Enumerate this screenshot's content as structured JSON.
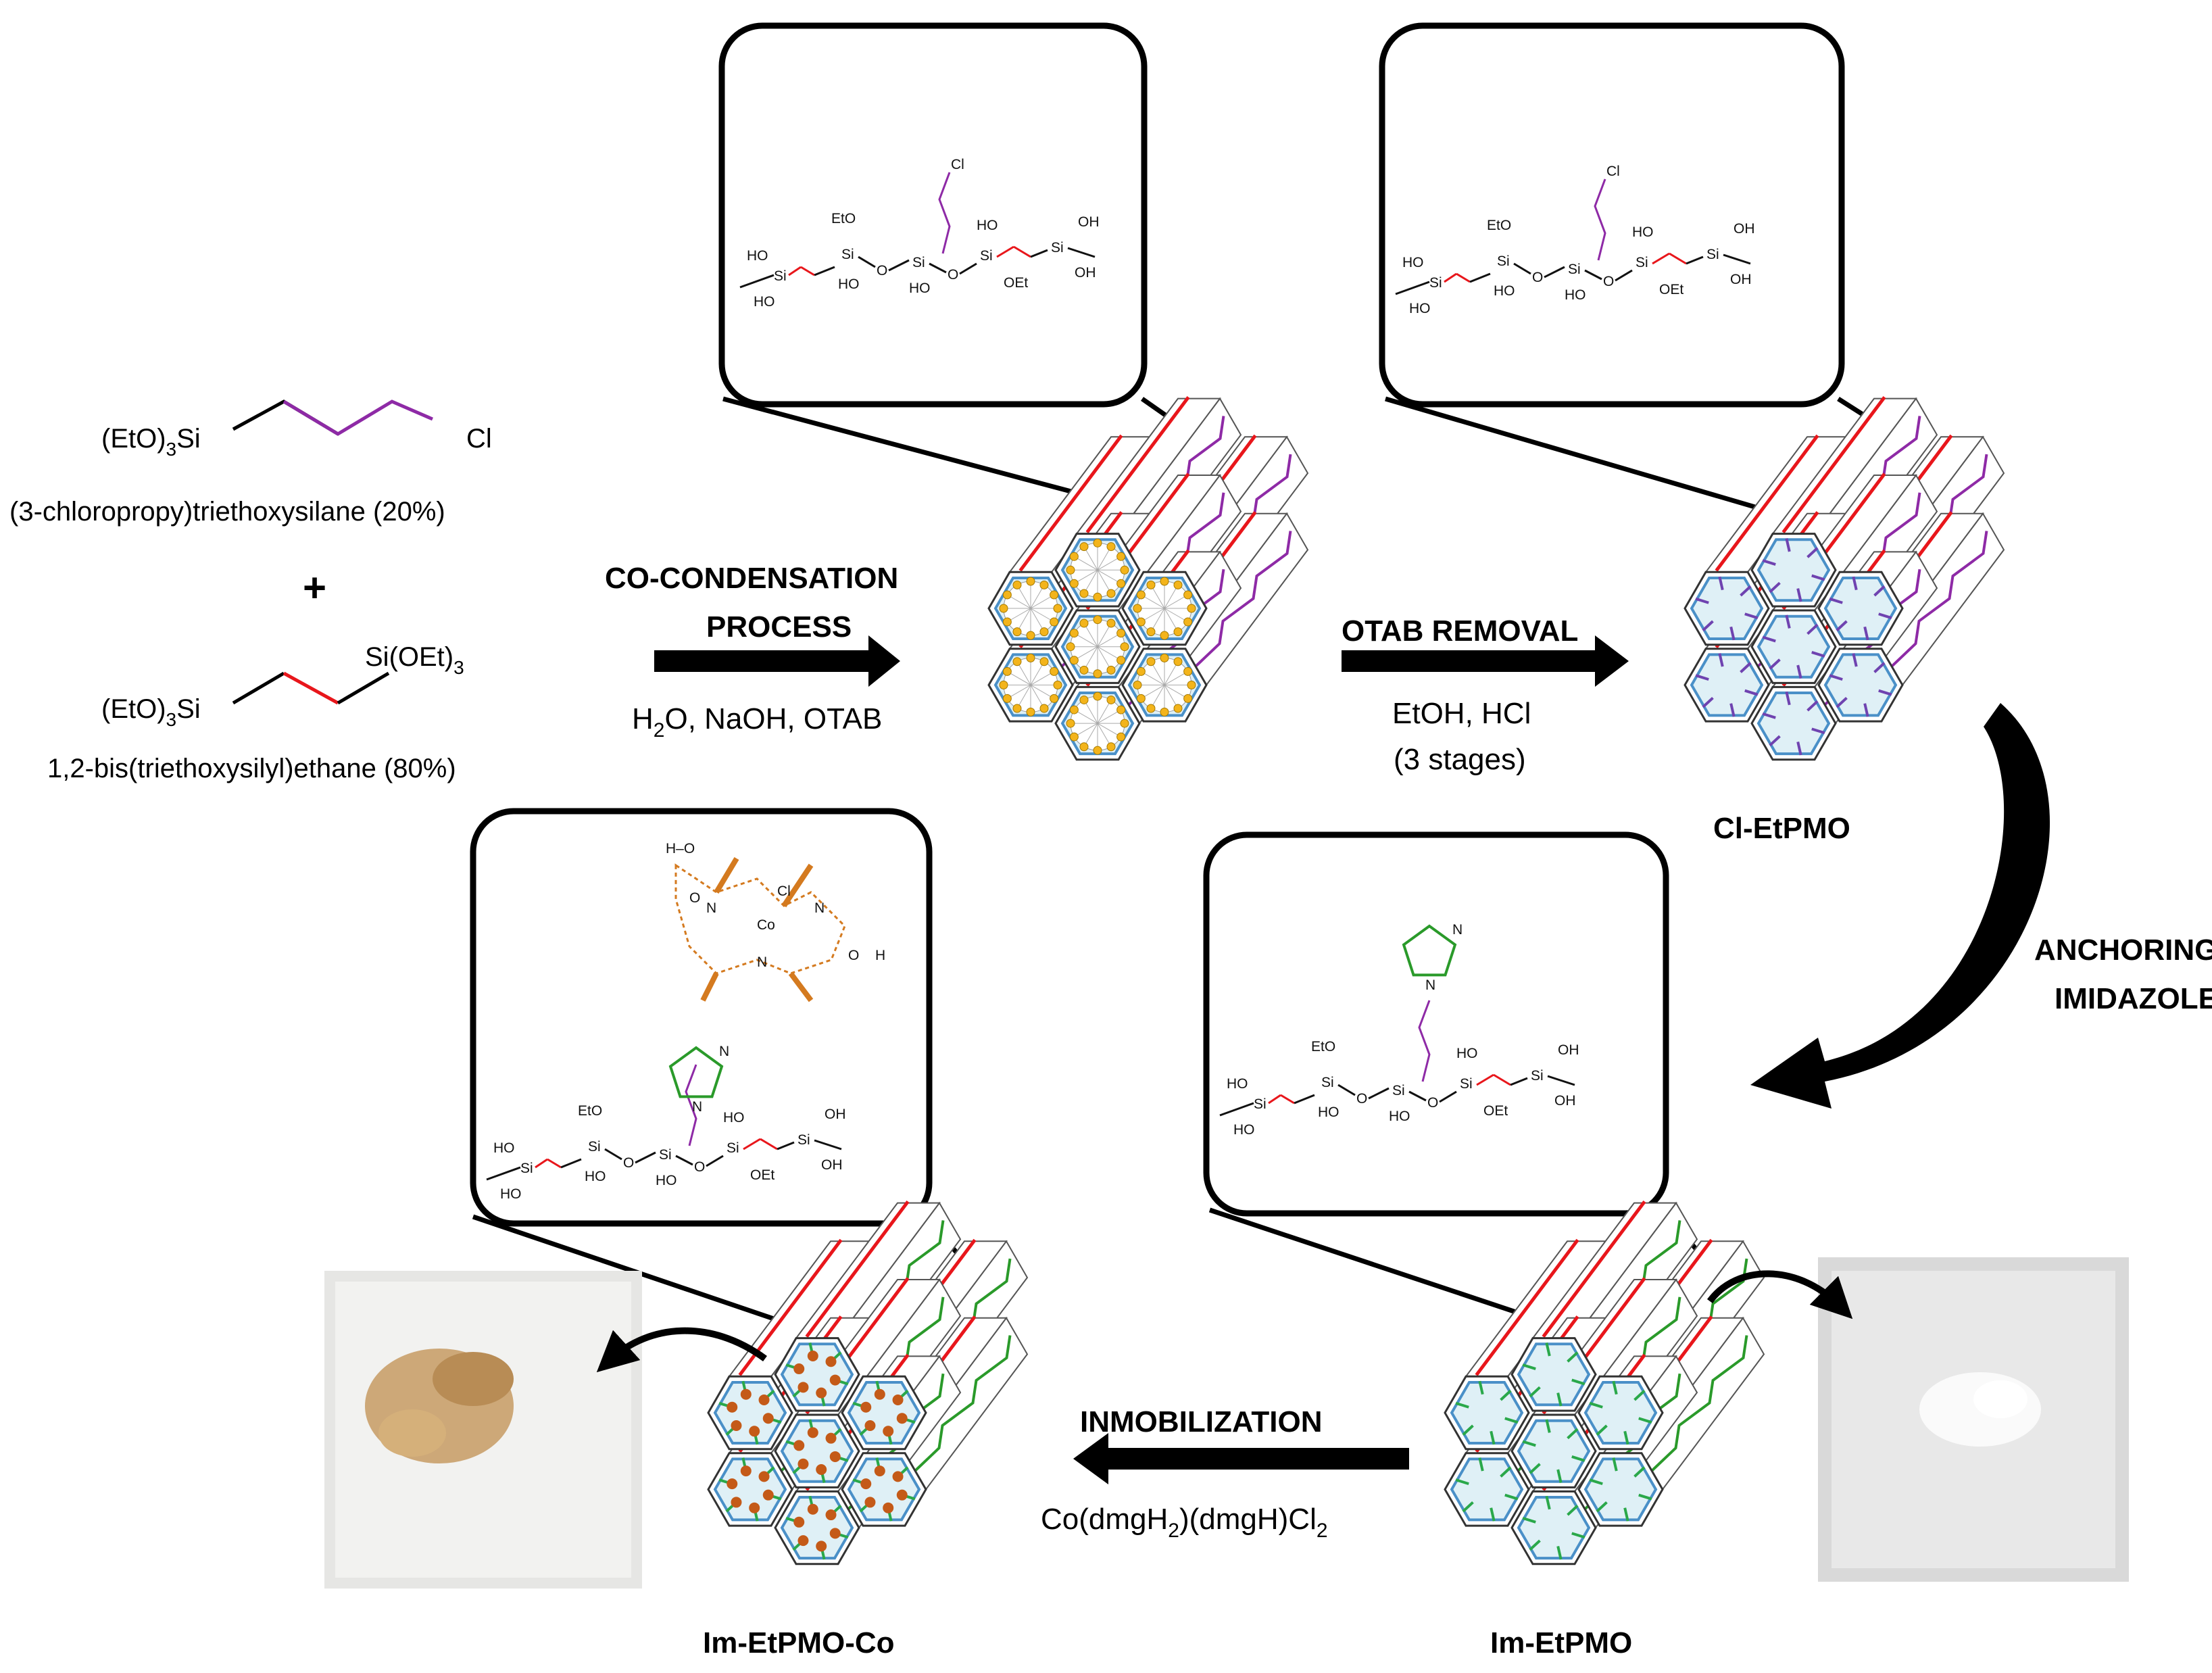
{
  "reagents": {
    "chloropropyl": {
      "formula_left": "(EtO)",
      "formula_left_sub": "3",
      "formula_left_tail": "Si",
      "terminal": "Cl",
      "name": "(3-chloropropy)triethoxysilane (20%)"
    },
    "plus": "+",
    "bte": {
      "formula_left": "(EtO)",
      "formula_left_sub": "3",
      "formula_left_tail": "Si",
      "formula_right": "Si(OEt)",
      "formula_right_sub": "3",
      "name": "1,2-bis(triethoxysilyl)ethane (80%)"
    }
  },
  "steps": {
    "cocondensation": {
      "label_line1": "CO-CONDENSATION",
      "label_line2": "PROCESS",
      "cond_h2o": "H",
      "cond_h2o_sub": "2",
      "cond_rest": "O, NaOH, OTAB"
    },
    "otab_removal": {
      "label": "OTAB REMOVAL",
      "cond_line1": "EtOH, HCl",
      "cond_line2": "(3 stages)"
    },
    "anchoring": {
      "label_line1": "ANCHORING",
      "label_line2": "IMIDAZOLE"
    },
    "inmobilization": {
      "label": "INMOBILIZATION",
      "cond_a": "Co(dmgH",
      "cond_a_sub": "2",
      "cond_b": ")(dmgH)Cl",
      "cond_b_sub": "2"
    }
  },
  "materials": {
    "cl_etpmo": "Cl-EtPMO",
    "im_etpmo": "Im-EtPMO",
    "im_etpmo_co": "Im-EtPMO-Co"
  },
  "structure_labels": {
    "si": "Si",
    "o": "O",
    "ho": "HO",
    "oh": "OH",
    "eto": "EtO",
    "oet": "OEt",
    "cl": "Cl",
    "n": "N",
    "h": "H",
    "co": "Co",
    "ho_oxime": "H–O"
  },
  "colors": {
    "propyl_linker": "#8e2aa6",
    "ethane_bridge": "#e8161b",
    "imidazole": "#2a9a2a",
    "cobalt_complex": "#d47a1f",
    "pore_outline": "#4a90c8",
    "pore_fill": "#dff0f6",
    "otab_micelle": "#f3b41b",
    "cl_chain_in_pore": "#6f43b0",
    "im_chain_in_pore": "#2aa84a",
    "co_dot": "#c45a18",
    "powder_tan": "#c9a06a",
    "powder_white": "#f5f5f5"
  }
}
